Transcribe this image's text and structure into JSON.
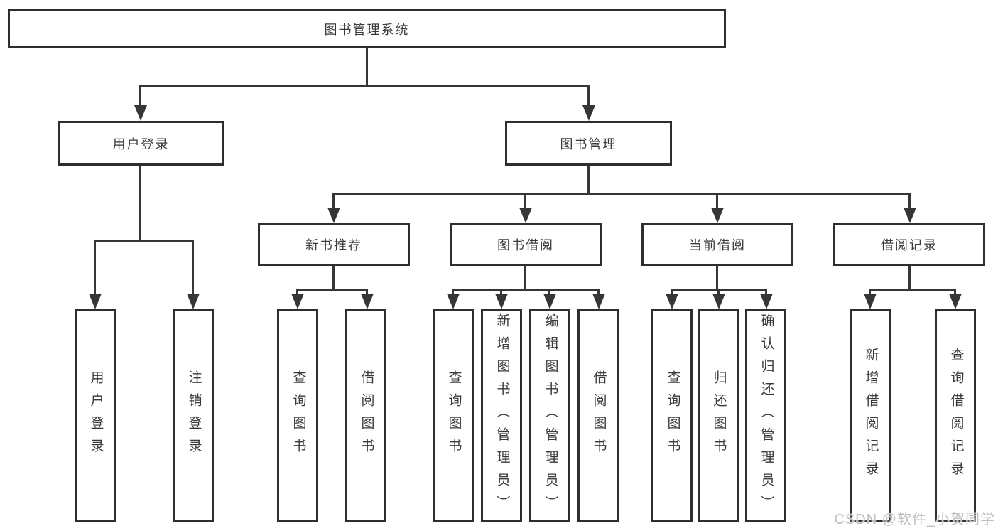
{
  "diagram": {
    "root": "图书管理系统",
    "branches": [
      {
        "label": "用户登录",
        "children": [
          {
            "label": "用户登录"
          },
          {
            "label": "注销登录"
          }
        ]
      },
      {
        "label": "图书管理",
        "children": [
          {
            "label": "新书推荐",
            "children": [
              {
                "label": "查询图书"
              },
              {
                "label": "借阅图书"
              }
            ]
          },
          {
            "label": "图书借阅",
            "children": [
              {
                "label": "查询图书"
              },
              {
                "label": "新增图书（管理员）"
              },
              {
                "label": "编辑图书（管理员）"
              },
              {
                "label": "借阅图书"
              }
            ]
          },
          {
            "label": "当前借阅",
            "children": [
              {
                "label": "查询图书"
              },
              {
                "label": "归还图书"
              },
              {
                "label": "确认归还（管理员）"
              }
            ]
          },
          {
            "label": "借阅记录",
            "children": [
              {
                "label": "新增借阅记录"
              },
              {
                "label": "查询借阅记录"
              }
            ]
          }
        ]
      }
    ]
  },
  "watermark": "CSDN @软件_小贺同学",
  "colors": {
    "background": "#ffffff",
    "box_border": "#2e2e2e",
    "line": "#363636",
    "text": "#3a3a3a",
    "watermark": "#bfbfbf"
  }
}
